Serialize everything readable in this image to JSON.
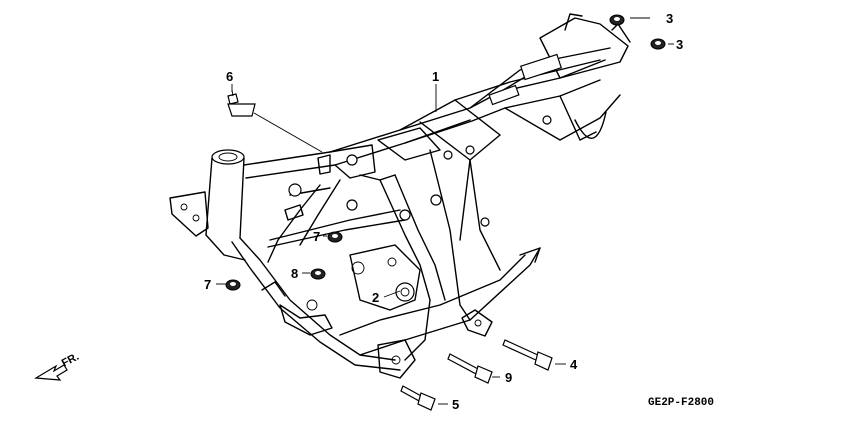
{
  "callouts": {
    "c1": "1",
    "c2": "2",
    "c3a": "3",
    "c3b": "3",
    "c4": "4",
    "c5": "5",
    "c6": "6",
    "c7a": "7",
    "c7b": "7",
    "c8": "8",
    "c9": "9"
  },
  "direction_label": "FR.",
  "diagram_code": "GE2P-F2800"
}
